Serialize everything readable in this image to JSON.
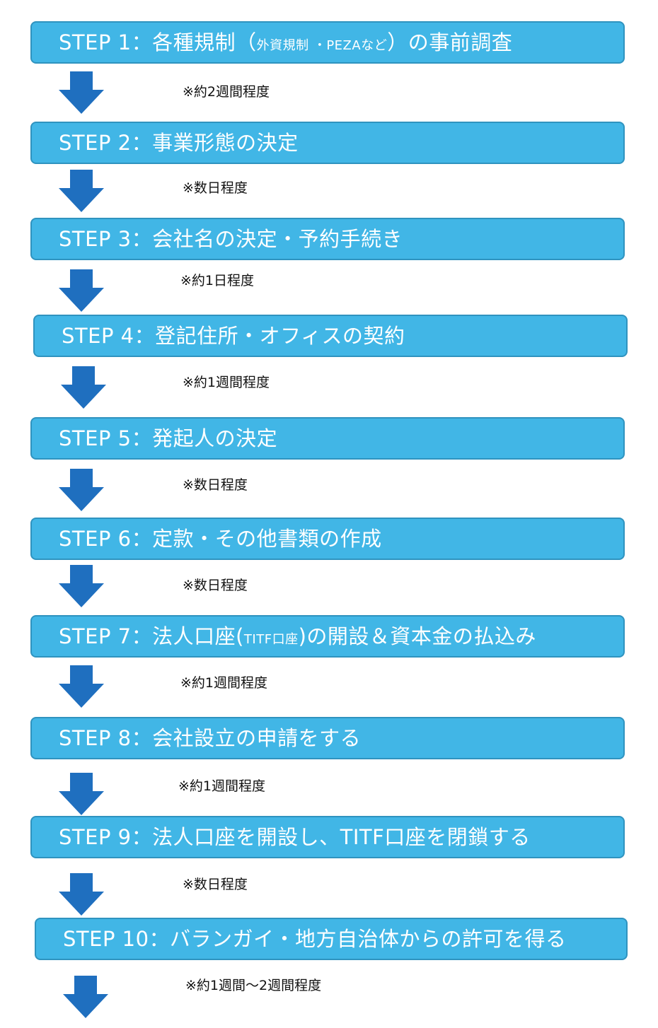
{
  "colors": {
    "box_fill": "#41b6e6",
    "box_border": "#2f93bf",
    "arrow_fill": "#1f6fbf",
    "box_text": "#ffffff",
    "note_text": "#111111"
  },
  "icons": {
    "arrow": "arrow-down-icon"
  },
  "steps": [
    {
      "prefix": "STEP 1：各種規制（",
      "small": "外資規制 ・PEZAなど",
      "suffix": "）の事前調査",
      "note": "※約2週間程度"
    },
    {
      "prefix": "STEP 2：事業形態の決定",
      "small": "",
      "suffix": "",
      "note": "※数日程度"
    },
    {
      "prefix": "STEP 3：会社名の決定・予約手続き",
      "small": "",
      "suffix": "",
      "note": "※約1日程度"
    },
    {
      "prefix": "STEP 4：登記住所・オフィスの契約",
      "small": "",
      "suffix": "",
      "note": "※約1週間程度"
    },
    {
      "prefix": "STEP 5：発起人の決定",
      "small": "",
      "suffix": "",
      "note": "※数日程度"
    },
    {
      "prefix": "STEP 6：定款・その他書類の作成",
      "small": "",
      "suffix": "",
      "note": "※数日程度"
    },
    {
      "prefix": "STEP 7：法人口座(",
      "small": "TITF口座",
      "suffix": ")の開設＆資本金の払込み",
      "note": "※約1週間程度"
    },
    {
      "prefix": "STEP 8：会社設立の申請をする",
      "small": "",
      "suffix": "",
      "note": "※約1週間程度"
    },
    {
      "prefix": "STEP 9：法人口座を開設し、TITF口座を閉鎖する",
      "small": "",
      "suffix": "",
      "note": "※数日程度"
    },
    {
      "prefix": "STEP 10：バランガイ・地方自治体からの許可を得る",
      "small": "",
      "suffix": "",
      "note": "※約1週間〜2週間程度"
    }
  ]
}
